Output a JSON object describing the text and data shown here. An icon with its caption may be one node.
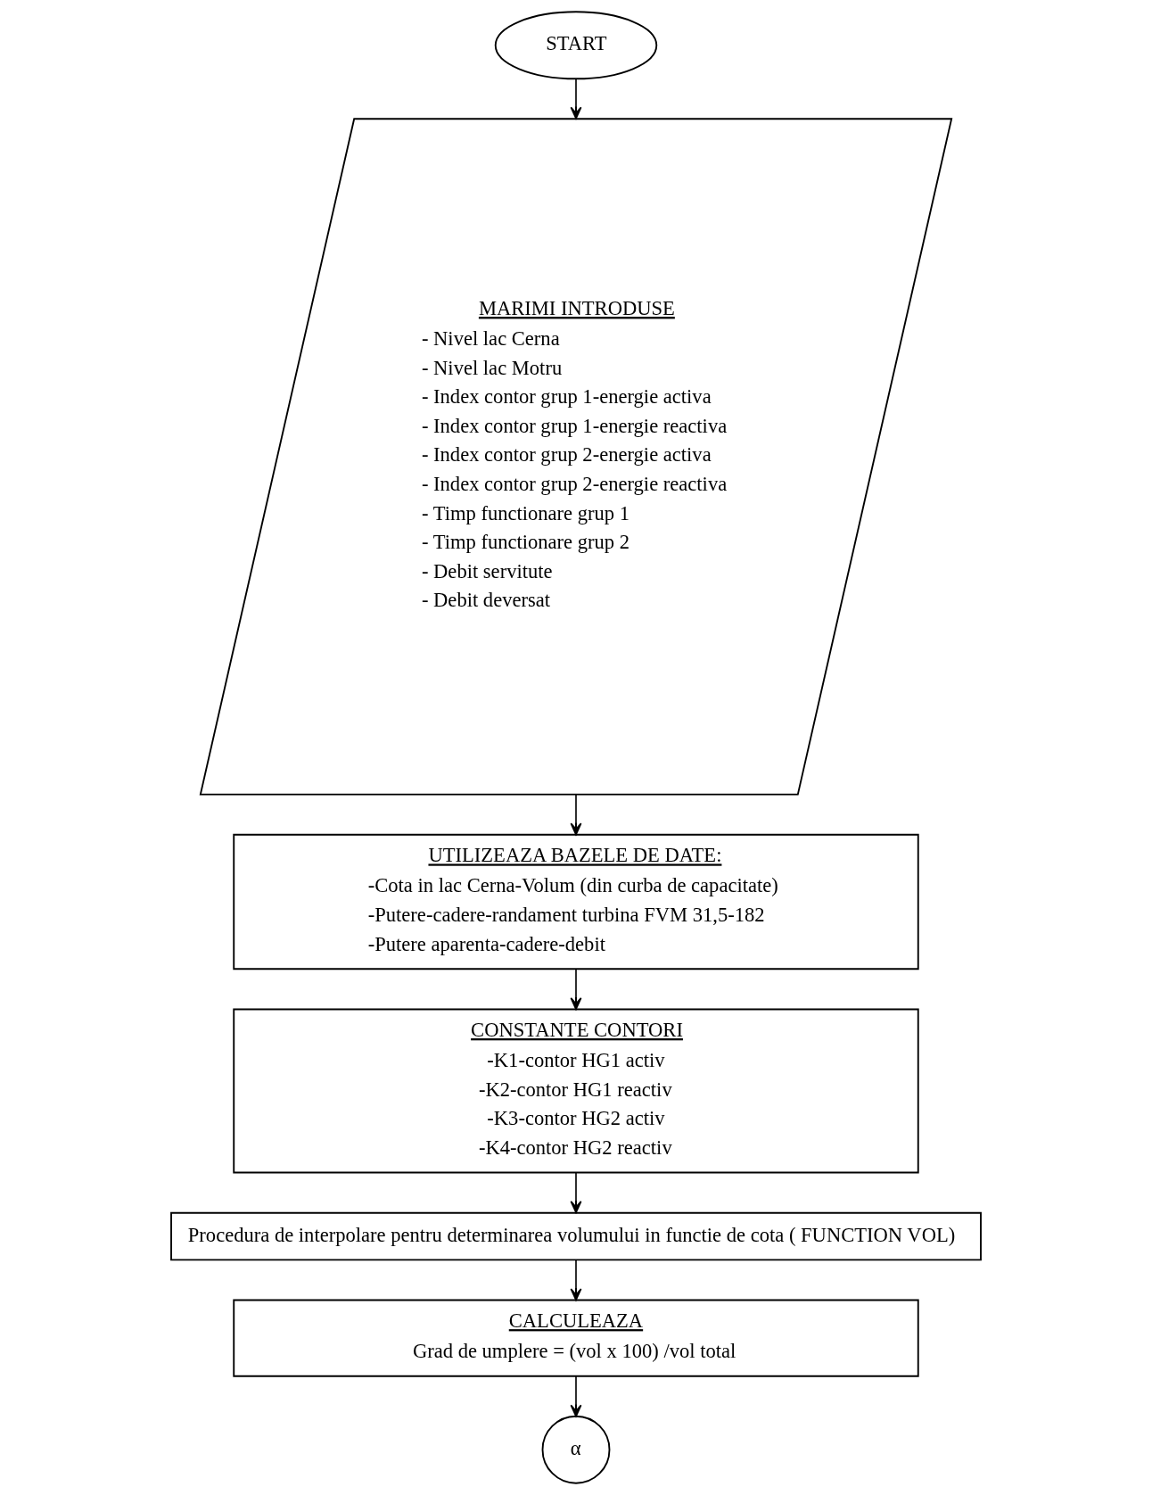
{
  "diagram": {
    "nodes": [
      {
        "text": [
          "START"
        ]
      },
      {
        "text": [
          "MARIMI INTRODUSE",
          "- Nivel lac Cerna",
          "- Nivel lac Motru",
          "- Index contor grup 1-energie activa",
          "- Index contor grup 1-energie reactiva",
          "- Index contor grup 2-energie activa",
          "- Index contor grup 2-energie reactiva",
          "- Timp functionare grup 1",
          "- Timp functionare grup 2",
          "- Debit servitute",
          "- Debit deversat"
        ]
      },
      {
        "text": [
          "UTILIZEAZA BAZELE DE DATE:",
          "-Cota in lac Cerna-Volum (din curba de capacitate)",
          "-Putere-cadere-randament turbina FVM 31,5-182",
          "-Putere aparenta-cadere-debit"
        ]
      },
      {
        "text": [
          "CONSTANTE CONTORI",
          "-K1-contor HG1 activ",
          "-K2-contor HG1 reactiv",
          "-K3-contor HG2 activ",
          "-K4-contor HG2 reactiv"
        ]
      },
      {
        "text": [
          "Procedura de interpolare pentru determinarea volumului in functie de cota ( FUNCTION VOL)"
        ]
      },
      {
        "text": [
          "CALCULEAZA",
          "Grad de umplere = (vol x 100) /vol total"
        ]
      },
      {
        "text": [
          "α"
        ]
      }
    ],
    "edges": [
      {
        "from": 0,
        "to": 1,
        "arrow": "to"
      },
      {
        "from": 1,
        "to": 2,
        "arrow": "to"
      },
      {
        "from": 2,
        "to": 3,
        "arrow": "to"
      },
      {
        "from": 3,
        "to": 4,
        "arrow": "to"
      },
      {
        "from": 4,
        "to": 5,
        "arrow": "to"
      },
      {
        "from": 5,
        "to": 6,
        "arrow": "to"
      }
    ]
  }
}
